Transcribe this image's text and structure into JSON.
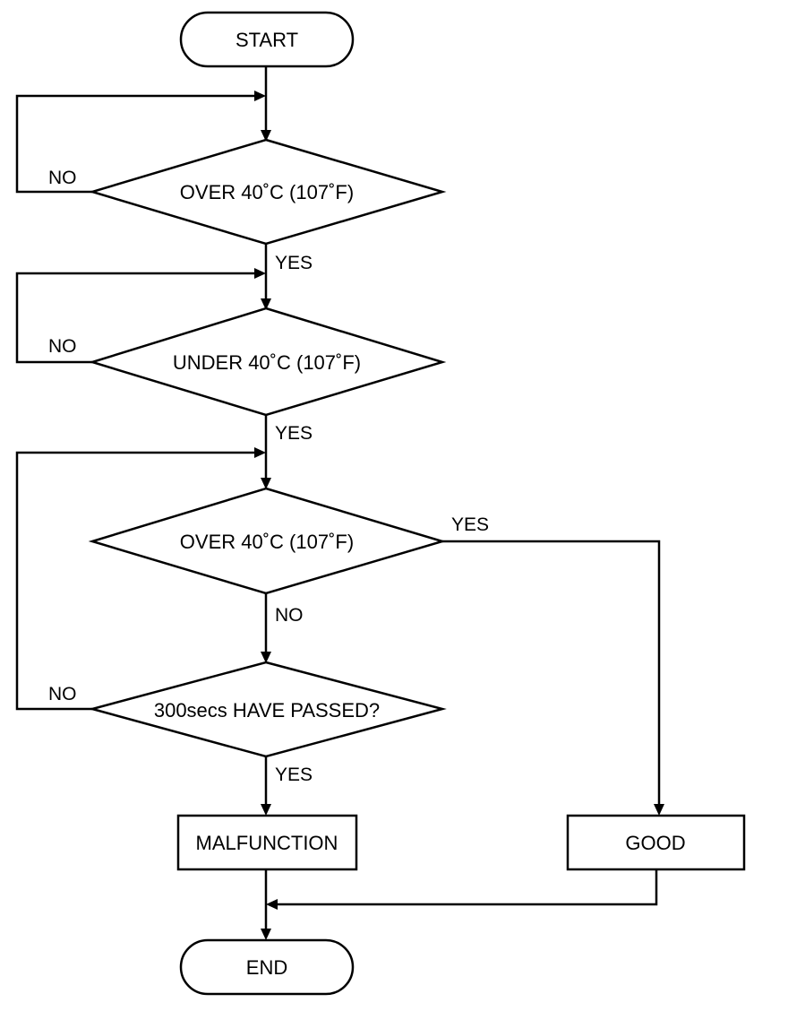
{
  "nodes": {
    "start": "START",
    "decision_1": "OVER 40˚C (107˚F)",
    "decision_2": "UNDER 40˚C (107˚F)",
    "decision_3": "OVER 40˚C (107˚F)",
    "decision_4": "300secs HAVE PASSED?",
    "malfunction": "MALFUNCTION",
    "good": "GOOD",
    "end": "END"
  },
  "edges": {
    "d1_no": "NO",
    "d1_yes": "YES",
    "d2_no": "NO",
    "d2_yes": "YES",
    "d3_yes": "YES",
    "d3_no": "NO",
    "d4_no": "NO",
    "d4_yes": "YES"
  }
}
